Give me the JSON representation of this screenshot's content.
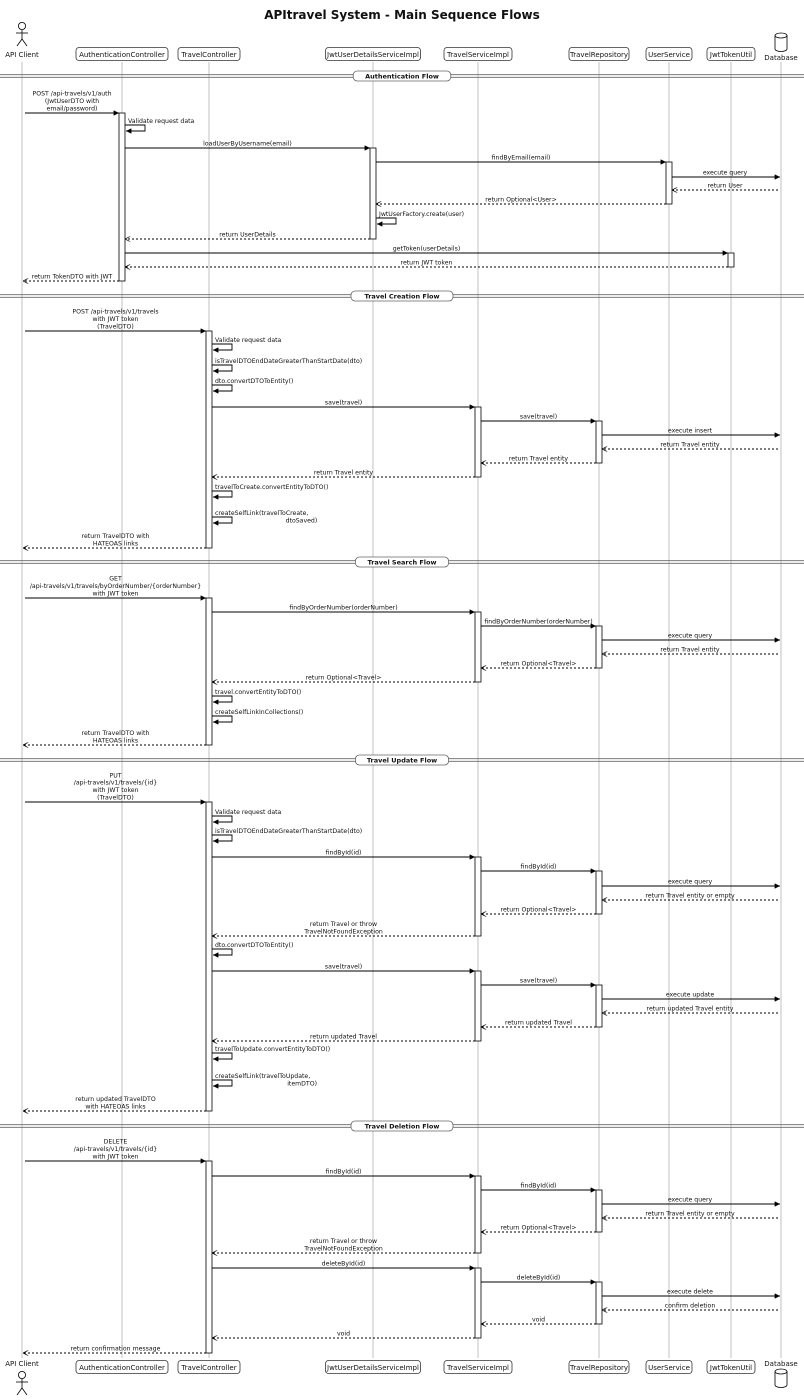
{
  "title": "APItravel System - Main Sequence Flows",
  "participants": [
    {
      "id": "client",
      "label": "API Client",
      "kind": "actor"
    },
    {
      "id": "auth",
      "label": "AuthenticationController",
      "kind": "box"
    },
    {
      "id": "tc",
      "label": "TravelController",
      "kind": "box"
    },
    {
      "id": "jwtuds",
      "label": "JwtUserDetailsServiceImpl",
      "kind": "box"
    },
    {
      "id": "tsi",
      "label": "TravelServiceImpl",
      "kind": "box"
    },
    {
      "id": "repo",
      "label": "TravelRepository",
      "kind": "box"
    },
    {
      "id": "us",
      "label": "UserService",
      "kind": "box"
    },
    {
      "id": "jwtu",
      "label": "JwtTokenUtil",
      "kind": "box"
    },
    {
      "id": "db",
      "label": "Database",
      "kind": "database"
    }
  ],
  "sections": [
    {
      "label": "Authentication Flow"
    },
    {
      "label": "Travel Creation Flow"
    },
    {
      "label": "Travel Search Flow"
    },
    {
      "label": "Travel Update Flow"
    },
    {
      "label": "Travel Deletion Flow"
    }
  ],
  "messages": [
    {
      "from": "client",
      "to": "auth",
      "type": "sync",
      "text": [
        "POST /api-travels/v1/auth",
        "(JwtUserDTO with",
        "email/password)"
      ]
    },
    {
      "from": "auth",
      "to": "auth",
      "type": "self",
      "text": [
        "Validate request data"
      ]
    },
    {
      "from": "auth",
      "to": "jwtuds",
      "type": "sync",
      "text": [
        "loadUserByUsername(email)"
      ]
    },
    {
      "from": "jwtuds",
      "to": "us",
      "type": "sync",
      "text": [
        "findByEmail(email)"
      ]
    },
    {
      "from": "us",
      "to": "db",
      "type": "sync",
      "text": [
        "execute query"
      ]
    },
    {
      "from": "db",
      "to": "us",
      "type": "return",
      "text": [
        "return User"
      ]
    },
    {
      "from": "us",
      "to": "jwtuds",
      "type": "return",
      "text": [
        "return Optional<User>"
      ]
    },
    {
      "from": "jwtuds",
      "to": "jwtuds",
      "type": "self",
      "text": [
        "JwtUserFactory.create(user)"
      ]
    },
    {
      "from": "jwtuds",
      "to": "auth",
      "type": "return",
      "text": [
        "return UserDetails"
      ]
    },
    {
      "from": "auth",
      "to": "jwtu",
      "type": "sync",
      "text": [
        "getToken(userDetails)"
      ]
    },
    {
      "from": "jwtu",
      "to": "auth",
      "type": "return",
      "text": [
        "return JWT token"
      ]
    },
    {
      "from": "auth",
      "to": "client",
      "type": "return",
      "text": [
        "return TokenDTO with JWT"
      ]
    },
    {
      "from": "client",
      "to": "tc",
      "type": "sync",
      "text": [
        "POST /api-travels/v1/travels",
        "with JWT token",
        "(TravelDTO)"
      ]
    },
    {
      "from": "tc",
      "to": "tc",
      "type": "self",
      "text": [
        "Validate request data"
      ]
    },
    {
      "from": "tc",
      "to": "tc",
      "type": "self",
      "text": [
        "isTravelDTOEndDateGreaterThanStartDate(dto)"
      ]
    },
    {
      "from": "tc",
      "to": "tc",
      "type": "self",
      "text": [
        "dto.convertDTOToEntity()"
      ]
    },
    {
      "from": "tc",
      "to": "tsi",
      "type": "sync",
      "text": [
        "save(travel)"
      ]
    },
    {
      "from": "tsi",
      "to": "repo",
      "type": "sync",
      "text": [
        "save(travel)"
      ]
    },
    {
      "from": "repo",
      "to": "db",
      "type": "sync",
      "text": [
        "execute insert"
      ]
    },
    {
      "from": "db",
      "to": "repo",
      "type": "return",
      "text": [
        "return Travel entity"
      ]
    },
    {
      "from": "repo",
      "to": "tsi",
      "type": "return",
      "text": [
        "return Travel entity"
      ]
    },
    {
      "from": "tsi",
      "to": "tc",
      "type": "return",
      "text": [
        "return Travel entity"
      ]
    },
    {
      "from": "tc",
      "to": "tc",
      "type": "self",
      "text": [
        "travelToCreate.convertEntityToDTO()"
      ]
    },
    {
      "from": "tc",
      "to": "tc",
      "type": "self",
      "text": [
        "createSelfLink(travelToCreate,",
        "dtoSaved)"
      ]
    },
    {
      "from": "tc",
      "to": "client",
      "type": "return",
      "text": [
        "return TravelDTO with",
        "HATEOAS links"
      ]
    },
    {
      "from": "client",
      "to": "tc",
      "type": "sync",
      "text": [
        "GET",
        "/api-travels/v1/travels/byOrderNumber/{orderNumber}",
        "with JWT token"
      ]
    },
    {
      "from": "tc",
      "to": "tsi",
      "type": "sync",
      "text": [
        "findByOrderNumber(orderNumber)"
      ]
    },
    {
      "from": "tsi",
      "to": "repo",
      "type": "sync",
      "text": [
        "findByOrderNumber(orderNumber)"
      ]
    },
    {
      "from": "repo",
      "to": "db",
      "type": "sync",
      "text": [
        "execute query"
      ]
    },
    {
      "from": "db",
      "to": "repo",
      "type": "return",
      "text": [
        "return Travel entity"
      ]
    },
    {
      "from": "repo",
      "to": "tsi",
      "type": "return",
      "text": [
        "return Optional<Travel>"
      ]
    },
    {
      "from": "tsi",
      "to": "tc",
      "type": "return",
      "text": [
        "return Optional<Travel>"
      ]
    },
    {
      "from": "tc",
      "to": "tc",
      "type": "self",
      "text": [
        "travel.convertEntityToDTO()"
      ]
    },
    {
      "from": "tc",
      "to": "tc",
      "type": "self",
      "text": [
        "createSelfLinkInCollections()"
      ]
    },
    {
      "from": "tc",
      "to": "client",
      "type": "return",
      "text": [
        "return TravelDTO with",
        "HATEOAS links"
      ]
    },
    {
      "from": "client",
      "to": "tc",
      "type": "sync",
      "text": [
        "PUT",
        "/api-travels/v1/travels/{id}",
        "with JWT token",
        "(TravelDTO)"
      ]
    },
    {
      "from": "tc",
      "to": "tc",
      "type": "self",
      "text": [
        "Validate request data"
      ]
    },
    {
      "from": "tc",
      "to": "tc",
      "type": "self",
      "text": [
        "isTravelDTOEndDateGreaterThanStartDate(dto)"
      ]
    },
    {
      "from": "tc",
      "to": "tsi",
      "type": "sync",
      "text": [
        "findById(id)"
      ]
    },
    {
      "from": "tsi",
      "to": "repo",
      "type": "sync",
      "text": [
        "findById(id)"
      ]
    },
    {
      "from": "repo",
      "to": "db",
      "type": "sync",
      "text": [
        "execute query"
      ]
    },
    {
      "from": "db",
      "to": "repo",
      "type": "return",
      "text": [
        "return Travel entity or empty"
      ]
    },
    {
      "from": "repo",
      "to": "tsi",
      "type": "return",
      "text": [
        "return Optional<Travel>"
      ]
    },
    {
      "from": "tsi",
      "to": "tc",
      "type": "return",
      "text": [
        "return Travel or throw",
        "TravelNotFoundException"
      ]
    },
    {
      "from": "tc",
      "to": "tc",
      "type": "self",
      "text": [
        "dto.convertDTOToEntity()"
      ]
    },
    {
      "from": "tc",
      "to": "tsi",
      "type": "sync",
      "text": [
        "save(travel)"
      ]
    },
    {
      "from": "tsi",
      "to": "repo",
      "type": "sync",
      "text": [
        "save(travel)"
      ]
    },
    {
      "from": "repo",
      "to": "db",
      "type": "sync",
      "text": [
        "execute update"
      ]
    },
    {
      "from": "db",
      "to": "repo",
      "type": "return",
      "text": [
        "return updated Travel entity"
      ]
    },
    {
      "from": "repo",
      "to": "tsi",
      "type": "return",
      "text": [
        "return updated Travel"
      ]
    },
    {
      "from": "tsi",
      "to": "tc",
      "type": "return",
      "text": [
        "return updated Travel"
      ]
    },
    {
      "from": "tc",
      "to": "tc",
      "type": "self",
      "text": [
        "travelToUpdate.convertEntityToDTO()"
      ]
    },
    {
      "from": "tc",
      "to": "tc",
      "type": "self",
      "text": [
        "createSelfLink(travelToUpdate,",
        "itemDTO)"
      ]
    },
    {
      "from": "tc",
      "to": "client",
      "type": "return",
      "text": [
        "return updated TravelDTO",
        "with HATEOAS links"
      ]
    },
    {
      "from": "client",
      "to": "tc",
      "type": "sync",
      "text": [
        "DELETE",
        "/api-travels/v1/travels/{id}",
        "with JWT token"
      ]
    },
    {
      "from": "tc",
      "to": "tsi",
      "type": "sync",
      "text": [
        "findById(id)"
      ]
    },
    {
      "from": "tsi",
      "to": "repo",
      "type": "sync",
      "text": [
        "findById(id)"
      ]
    },
    {
      "from": "repo",
      "to": "db",
      "type": "sync",
      "text": [
        "execute query"
      ]
    },
    {
      "from": "db",
      "to": "repo",
      "type": "return",
      "text": [
        "return Travel entity or empty"
      ]
    },
    {
      "from": "repo",
      "to": "tsi",
      "type": "return",
      "text": [
        "return Optional<Travel>"
      ]
    },
    {
      "from": "tsi",
      "to": "tc",
      "type": "return",
      "text": [
        "return Travel or throw",
        "TravelNotFoundException"
      ]
    },
    {
      "from": "tc",
      "to": "tsi",
      "type": "sync",
      "text": [
        "deleteById(id)"
      ]
    },
    {
      "from": "tsi",
      "to": "repo",
      "type": "sync",
      "text": [
        "deleteById(id)"
      ]
    },
    {
      "from": "repo",
      "to": "db",
      "type": "sync",
      "text": [
        "execute delete"
      ]
    },
    {
      "from": "db",
      "to": "repo",
      "type": "return",
      "text": [
        "confirm deletion"
      ]
    },
    {
      "from": "repo",
      "to": "tsi",
      "type": "return",
      "text": [
        "void"
      ]
    },
    {
      "from": "tsi",
      "to": "tc",
      "type": "return",
      "text": [
        "void"
      ]
    },
    {
      "from": "tc",
      "to": "client",
      "type": "return",
      "text": [
        "return confirmation message"
      ]
    }
  ]
}
